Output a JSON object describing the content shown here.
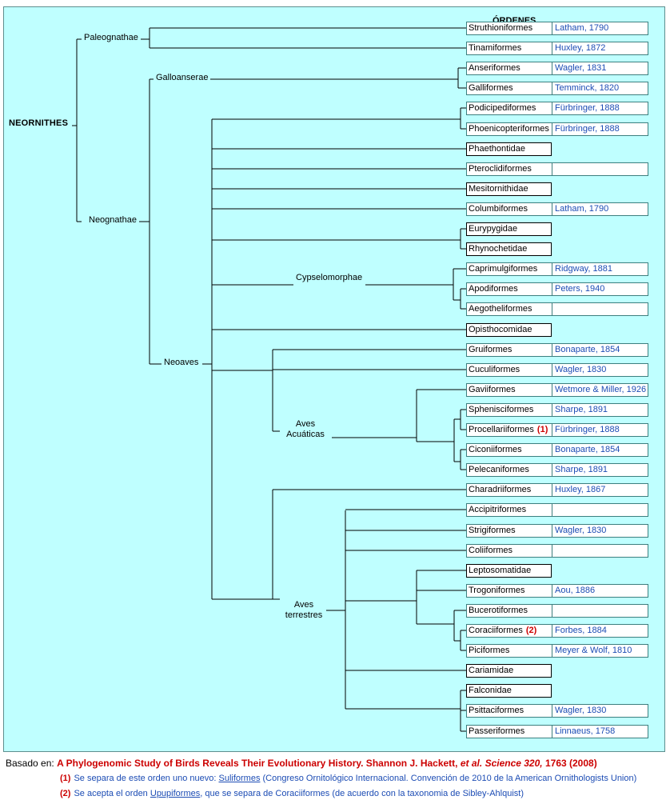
{
  "header": {
    "orders_title": "ÓRDENES"
  },
  "tree": {
    "root": "NEORNITHES",
    "clades": {
      "paleognathae": "Paleognathae",
      "neognathae": "Neognathae",
      "galloanserae": "Galloanserae",
      "neoaves": "Neoaves",
      "cypselomorphae": "Cypselomorphae",
      "aves_acuaticas": [
        "Aves",
        "Acuáticas"
      ],
      "aves_terrestres": [
        "Aves",
        "terrestres"
      ]
    },
    "orders": [
      {
        "name": "Struthioniformes",
        "author": "Latham, 1790",
        "kind": "taxon"
      },
      {
        "name": "Tinamiformes",
        "author": "Huxley, 1872",
        "kind": "taxon"
      },
      {
        "name": "Anseriformes",
        "author": "Wagler, 1831",
        "kind": "taxon"
      },
      {
        "name": "Galliformes",
        "author": "Temminck, 1820",
        "kind": "taxon"
      },
      {
        "name": "Podicipediformes",
        "author": "Fürbringer, 1888",
        "kind": "taxon"
      },
      {
        "name": "Phoenicopteriformes",
        "author": "Fürbringer, 1888",
        "kind": "taxon"
      },
      {
        "name": "Phaethontidae",
        "author": "",
        "kind": "family"
      },
      {
        "name": "Pteroclidiformes",
        "author": "",
        "kind": "taxon"
      },
      {
        "name": "Mesitornithidae",
        "author": "",
        "kind": "family"
      },
      {
        "name": "Columbiformes",
        "author": "Latham, 1790",
        "kind": "taxon"
      },
      {
        "name": "Eurypygidae",
        "author": "",
        "kind": "family"
      },
      {
        "name": "Rhynochetidae",
        "author": "",
        "kind": "family"
      },
      {
        "name": "Caprimulgiformes",
        "author": "Ridgway, 1881",
        "kind": "taxon"
      },
      {
        "name": "Apodiformes",
        "author": "Peters, 1940",
        "kind": "taxon"
      },
      {
        "name": "Aegotheliformes",
        "author": "",
        "kind": "taxon"
      },
      {
        "name": "Opisthocomidae",
        "author": "",
        "kind": "family"
      },
      {
        "name": "Gruiformes",
        "author": "Bonaparte, 1854",
        "kind": "taxon"
      },
      {
        "name": "Cuculiformes",
        "author": "Wagler, 1830",
        "kind": "taxon"
      },
      {
        "name": "Gaviiformes",
        "author": "Wetmore & Miller, 1926",
        "kind": "taxon"
      },
      {
        "name": "Sphenisciformes",
        "author": "Sharpe, 1891",
        "kind": "taxon"
      },
      {
        "name": "Procellariiformes",
        "author": "Fürbringer, 1888",
        "kind": "taxon",
        "note": "(1)"
      },
      {
        "name": "Ciconiiformes",
        "author": "Bonaparte, 1854",
        "kind": "taxon"
      },
      {
        "name": "Pelecaniformes",
        "author": "Sharpe, 1891",
        "kind": "taxon"
      },
      {
        "name": "Charadriiformes",
        "author": "Huxley, 1867",
        "kind": "taxon"
      },
      {
        "name": "Accipitriformes",
        "author": "",
        "kind": "taxon"
      },
      {
        "name": "Strigiformes",
        "author": "Wagler, 1830",
        "kind": "taxon"
      },
      {
        "name": "Coliiformes",
        "author": "",
        "kind": "taxon"
      },
      {
        "name": "Leptosomatidae",
        "author": "",
        "kind": "family"
      },
      {
        "name": "Trogoniformes",
        "author": "Aou, 1886",
        "kind": "taxon"
      },
      {
        "name": "Bucerotiformes",
        "author": "",
        "kind": "taxon"
      },
      {
        "name": "Coraciiformes",
        "author": "Forbes, 1884",
        "kind": "taxon",
        "note": "(2)"
      },
      {
        "name": "Piciformes",
        "author": "Meyer & Wolf, 1810",
        "kind": "taxon"
      },
      {
        "name": "Cariamidae",
        "author": "",
        "kind": "family"
      },
      {
        "name": "Falconidae",
        "author": "",
        "kind": "family"
      },
      {
        "name": "Psittaciformes",
        "author": "Wagler, 1830",
        "kind": "taxon"
      },
      {
        "name": "Passeriformes",
        "author": "Linnaeus, 1758",
        "kind": "taxon"
      }
    ]
  },
  "source": {
    "prefix": "Basado en:",
    "title": "A Phylogenomic Study of Birds Reveals Their Evolutionary History. Shannon J. Hackett,",
    "etal": "et al.",
    "journal": "Science 320,",
    "pages": "1763 (2008)"
  },
  "notes": [
    {
      "num": "(1)",
      "before": "Se separa de este orden uno nuevo:",
      "link": "Suliformes",
      "after": "(Congreso Ornitológico Internacional. Convención de 2010 de la American Ornithologists Union)"
    },
    {
      "num": "(2)",
      "before": "Se acepta el orden",
      "link": "Upupiformes",
      "after": ", que se separa de Coraciiformes (de acuerdo con la taxonomia de Sibley-Ahlquist)"
    }
  ],
  "colors": {
    "panel_bg": "#bfffff",
    "author_text": "#1c4cb4",
    "note_red": "#cc0000",
    "taxon_border": "#3c7f7f"
  }
}
